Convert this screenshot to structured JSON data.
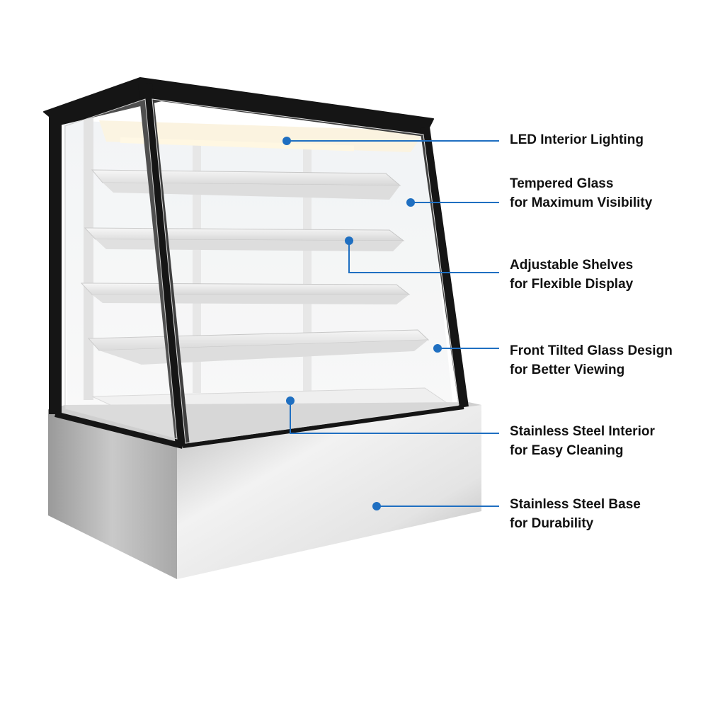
{
  "callouts": [
    {
      "line1": "LED Interior Lighting",
      "line2": ""
    },
    {
      "line1": "Tempered Glass",
      "line2": "for Maximum Visibility"
    },
    {
      "line1": "Adjustable Shelves",
      "line2": "for Flexible Display"
    },
    {
      "line1": "Front Tilted Glass Design",
      "line2": "for Better Viewing"
    },
    {
      "line1": "Stainless Steel Interior",
      "line2": "for Easy Cleaning"
    },
    {
      "line1": "Stainless Steel Base",
      "line2": "for Durability"
    }
  ],
  "colors": {
    "callout_accent": "#1f6fc1",
    "frame": "#151515",
    "steel_light": "#e6e6e6",
    "steel_dark": "#9a9a9a",
    "text": "#111111"
  }
}
